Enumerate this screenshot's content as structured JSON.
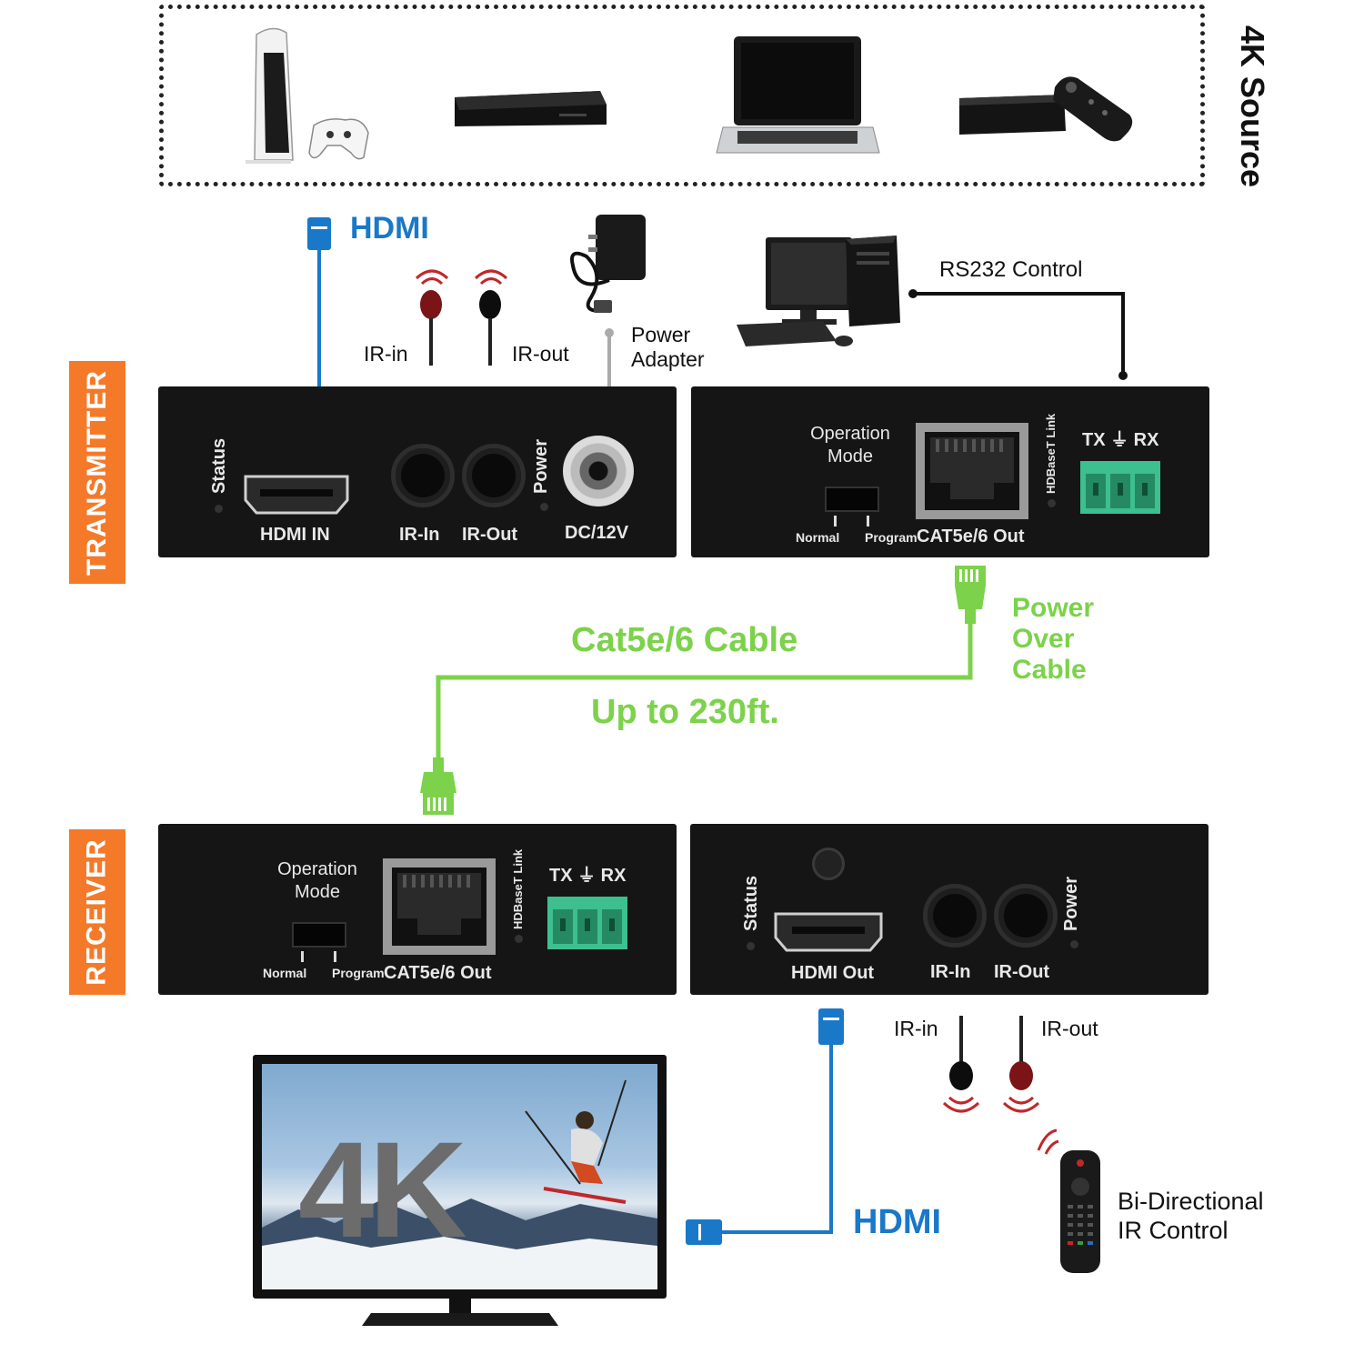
{
  "source": {
    "title": "4K Source",
    "devices": [
      "game-console",
      "blu-ray-player",
      "laptop",
      "streaming-box"
    ]
  },
  "transmitter": {
    "tag": "TRANSMITTER",
    "front": {
      "status": "Status",
      "hdmi_in": "HDMI IN",
      "ir_in": "IR-In",
      "ir_out": "IR-Out",
      "power": "Power",
      "dc": "DC/12V"
    },
    "back": {
      "operation_mode": "Operation",
      "operation_mode_2": "Mode",
      "normal": "Normal",
      "program": "Program",
      "cat_out": "CAT5e/6 Out",
      "link": "HDBaseT Link",
      "txrx": "TX ⏚ RX"
    }
  },
  "receiver": {
    "tag": "RECEIVER",
    "back": {
      "operation_mode": "Operation",
      "operation_mode_2": "Mode",
      "normal": "Normal",
      "program": "Program",
      "cat_out": "CAT5e/6 Out",
      "link": "HDBaseT Link",
      "txrx": "TX ⏚ RX"
    },
    "front": {
      "status": "Status",
      "hdmi_out": "HDMI Out",
      "ir_in": "IR-In",
      "ir_out": "IR-Out",
      "power": "Power"
    }
  },
  "labels": {
    "hdmi_top": "HDMI",
    "ir_in_top": "IR-in",
    "ir_out_top": "IR-out",
    "power_adapter_1": "Power",
    "power_adapter_2": "Adapter",
    "rs232": "RS232 Control",
    "cable": "Cat5e/6 Cable",
    "distance": "Up to 230ft.",
    "poc_1": "Power",
    "poc_2": "Over",
    "poc_3": "Cable",
    "hdmi_bottom": "HDMI",
    "ir_in_bottom": "IR-in",
    "ir_out_bottom": "IR-out",
    "bidir_1": "Bi-Directional",
    "bidir_2": "IR Control",
    "tv_text": "4K"
  },
  "colors": {
    "hdmi_blue": "#1a78c8",
    "cable_green": "#7cd24a",
    "tag_orange": "#f47a2a",
    "ir_red": "#c0282a",
    "terminal_green": "#3dbf8f"
  }
}
